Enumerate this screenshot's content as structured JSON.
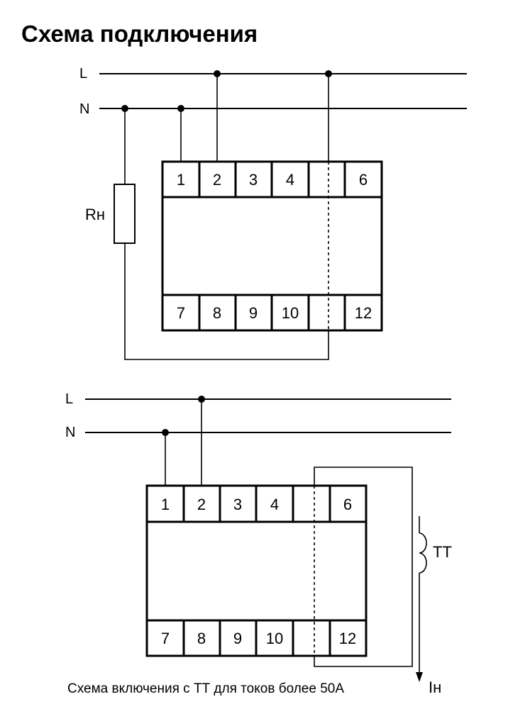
{
  "title": "Схема подключения",
  "diagram_1": {
    "line_l": "L",
    "line_n": "N",
    "load_label": "Rн",
    "top_terminals": [
      "1",
      "2",
      "3",
      "4",
      "",
      "6"
    ],
    "bottom_terminals": [
      "7",
      "8",
      "9",
      "10",
      "",
      "12"
    ]
  },
  "diagram_2": {
    "line_l": "L",
    "line_n": "N",
    "ct_label": "ТТ",
    "load_current_label": "Iн",
    "top_terminals": [
      "1",
      "2",
      "3",
      "4",
      "",
      "6"
    ],
    "bottom_terminals": [
      "7",
      "8",
      "9",
      "10",
      "",
      "12"
    ],
    "caption": "Схема включения с ТТ для токов более 50А"
  }
}
